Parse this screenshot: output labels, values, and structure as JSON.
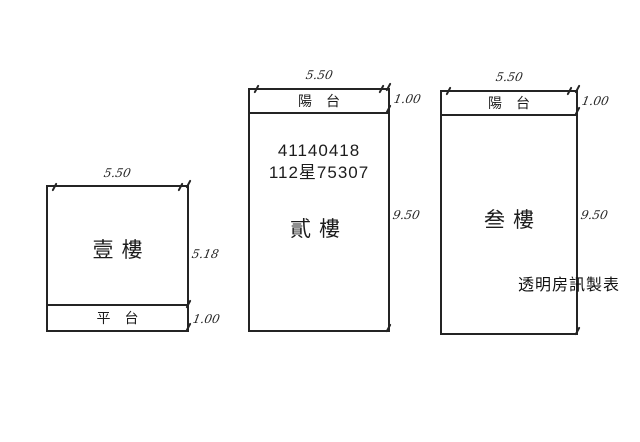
{
  "diagram": {
    "watermark": "透明房訊製表",
    "line_color": "#242424",
    "background": "#ffffff"
  },
  "floors": [
    {
      "name": "壹樓",
      "top_dim": "5.50",
      "side_dim": "5.18",
      "bottom_label": "平　台",
      "bottom_dim": "1.00"
    },
    {
      "name": "貳樓",
      "top_dim": "5.50",
      "balcony_label": "陽　台",
      "balcony_dim": "1.00",
      "side_dim": "9.50",
      "notes": [
        "41140418",
        "112星75307"
      ]
    },
    {
      "name": "叁樓",
      "top_dim": "5.50",
      "balcony_label": "陽　台",
      "balcony_dim": "1.00",
      "side_dim": "9.50"
    }
  ]
}
